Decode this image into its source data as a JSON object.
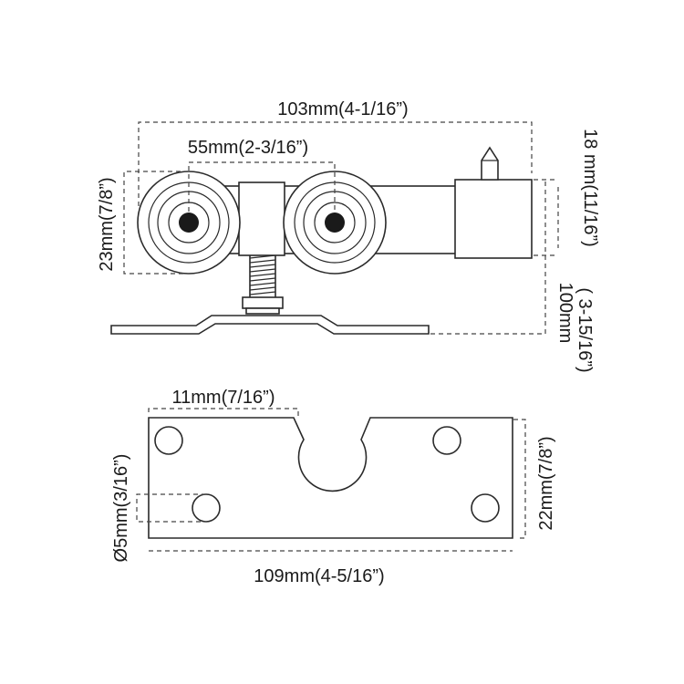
{
  "dimensions": {
    "overall_width": "103mm(4-1/16”)",
    "wheel_spacing": "55mm(2-3/16”)",
    "wheel_height": "23mm(7/8”)",
    "block_height": "18 mm(11/16”)",
    "total_height_mm": "100mm",
    "total_height_in": "( 3-15/16”)",
    "slot_offset": "11mm(7/16”)",
    "hole_diameter": "Ø5mm(3/16”)",
    "plate_height": "22mm(7/8”)",
    "plate_length": "109mm(4-5/16”)"
  },
  "colors": {
    "line": "#2a2a2a",
    "hole": "#1a1a1a"
  }
}
